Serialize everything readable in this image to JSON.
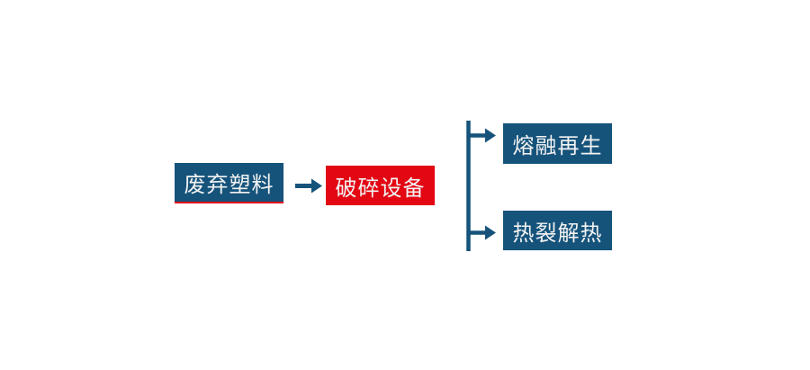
{
  "diagram": {
    "type": "flowchart",
    "background": "#ffffff",
    "nodes": [
      {
        "id": "waste-plastic",
        "label": "废弃塑料",
        "fill": "#15537b",
        "text_color": "#f2f2f2",
        "underline_color": "#e30613"
      },
      {
        "id": "crushing-equipment",
        "label": "破碎设备",
        "fill": "#e30613",
        "text_color": "#f2f2f2"
      },
      {
        "id": "melt-regeneration",
        "label": "熔融再生",
        "fill": "#15537b",
        "text_color": "#f2f2f2"
      },
      {
        "id": "pyrolysis",
        "label": "热裂解热",
        "fill": "#15537b",
        "text_color": "#f2f2f2"
      }
    ],
    "edges": [
      {
        "from": "waste-plastic",
        "to": "crushing-equipment",
        "style": "horizontal-arrow"
      },
      {
        "from": "crushing-equipment",
        "to": "melt-regeneration",
        "style": "bracket-branch-arrow"
      },
      {
        "from": "crushing-equipment",
        "to": "pyrolysis",
        "style": "bracket-branch-arrow"
      }
    ],
    "colors": {
      "connector_blue": "#15537b",
      "node_blue": "#15537b",
      "node_red": "#e30613",
      "text_light": "#f2f2f2",
      "background": "#ffffff"
    }
  }
}
